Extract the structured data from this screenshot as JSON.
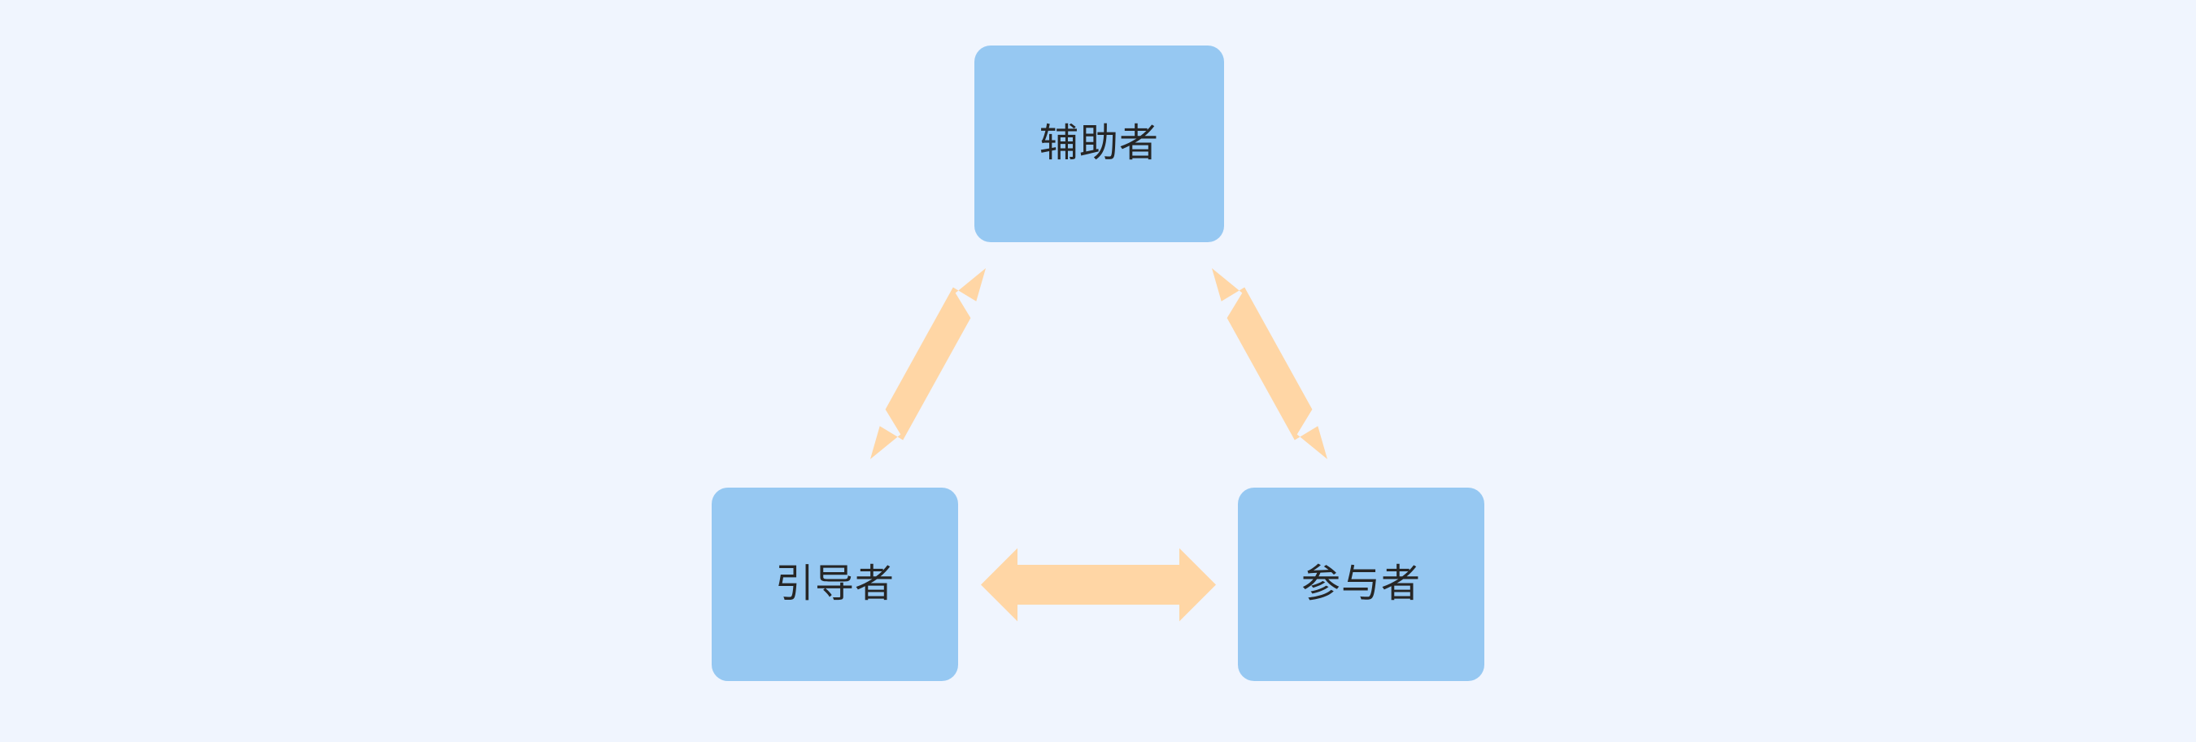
{
  "diagram": {
    "type": "triangle-relationship",
    "background_color": "#f0f5fe",
    "node_fill_color": "#96c8f2",
    "node_text_color": "#262626",
    "arrow_color": "#ffd6a5",
    "nodes": [
      {
        "id": "facilitator",
        "label": "辅助者",
        "position": "top"
      },
      {
        "id": "guide",
        "label": "引导者",
        "position": "bottom-left"
      },
      {
        "id": "participant",
        "label": "参与者",
        "position": "bottom-right"
      }
    ],
    "connections": [
      {
        "id": "guide-facilitator",
        "from": "guide",
        "to": "facilitator",
        "style": "double-headed",
        "orientation": "diagonal-up-right"
      },
      {
        "id": "facilitator-participant",
        "from": "facilitator",
        "to": "participant",
        "style": "double-headed",
        "orientation": "diagonal-down-right"
      },
      {
        "id": "guide-participant",
        "from": "guide",
        "to": "participant",
        "style": "double-headed",
        "orientation": "horizontal"
      }
    ]
  }
}
